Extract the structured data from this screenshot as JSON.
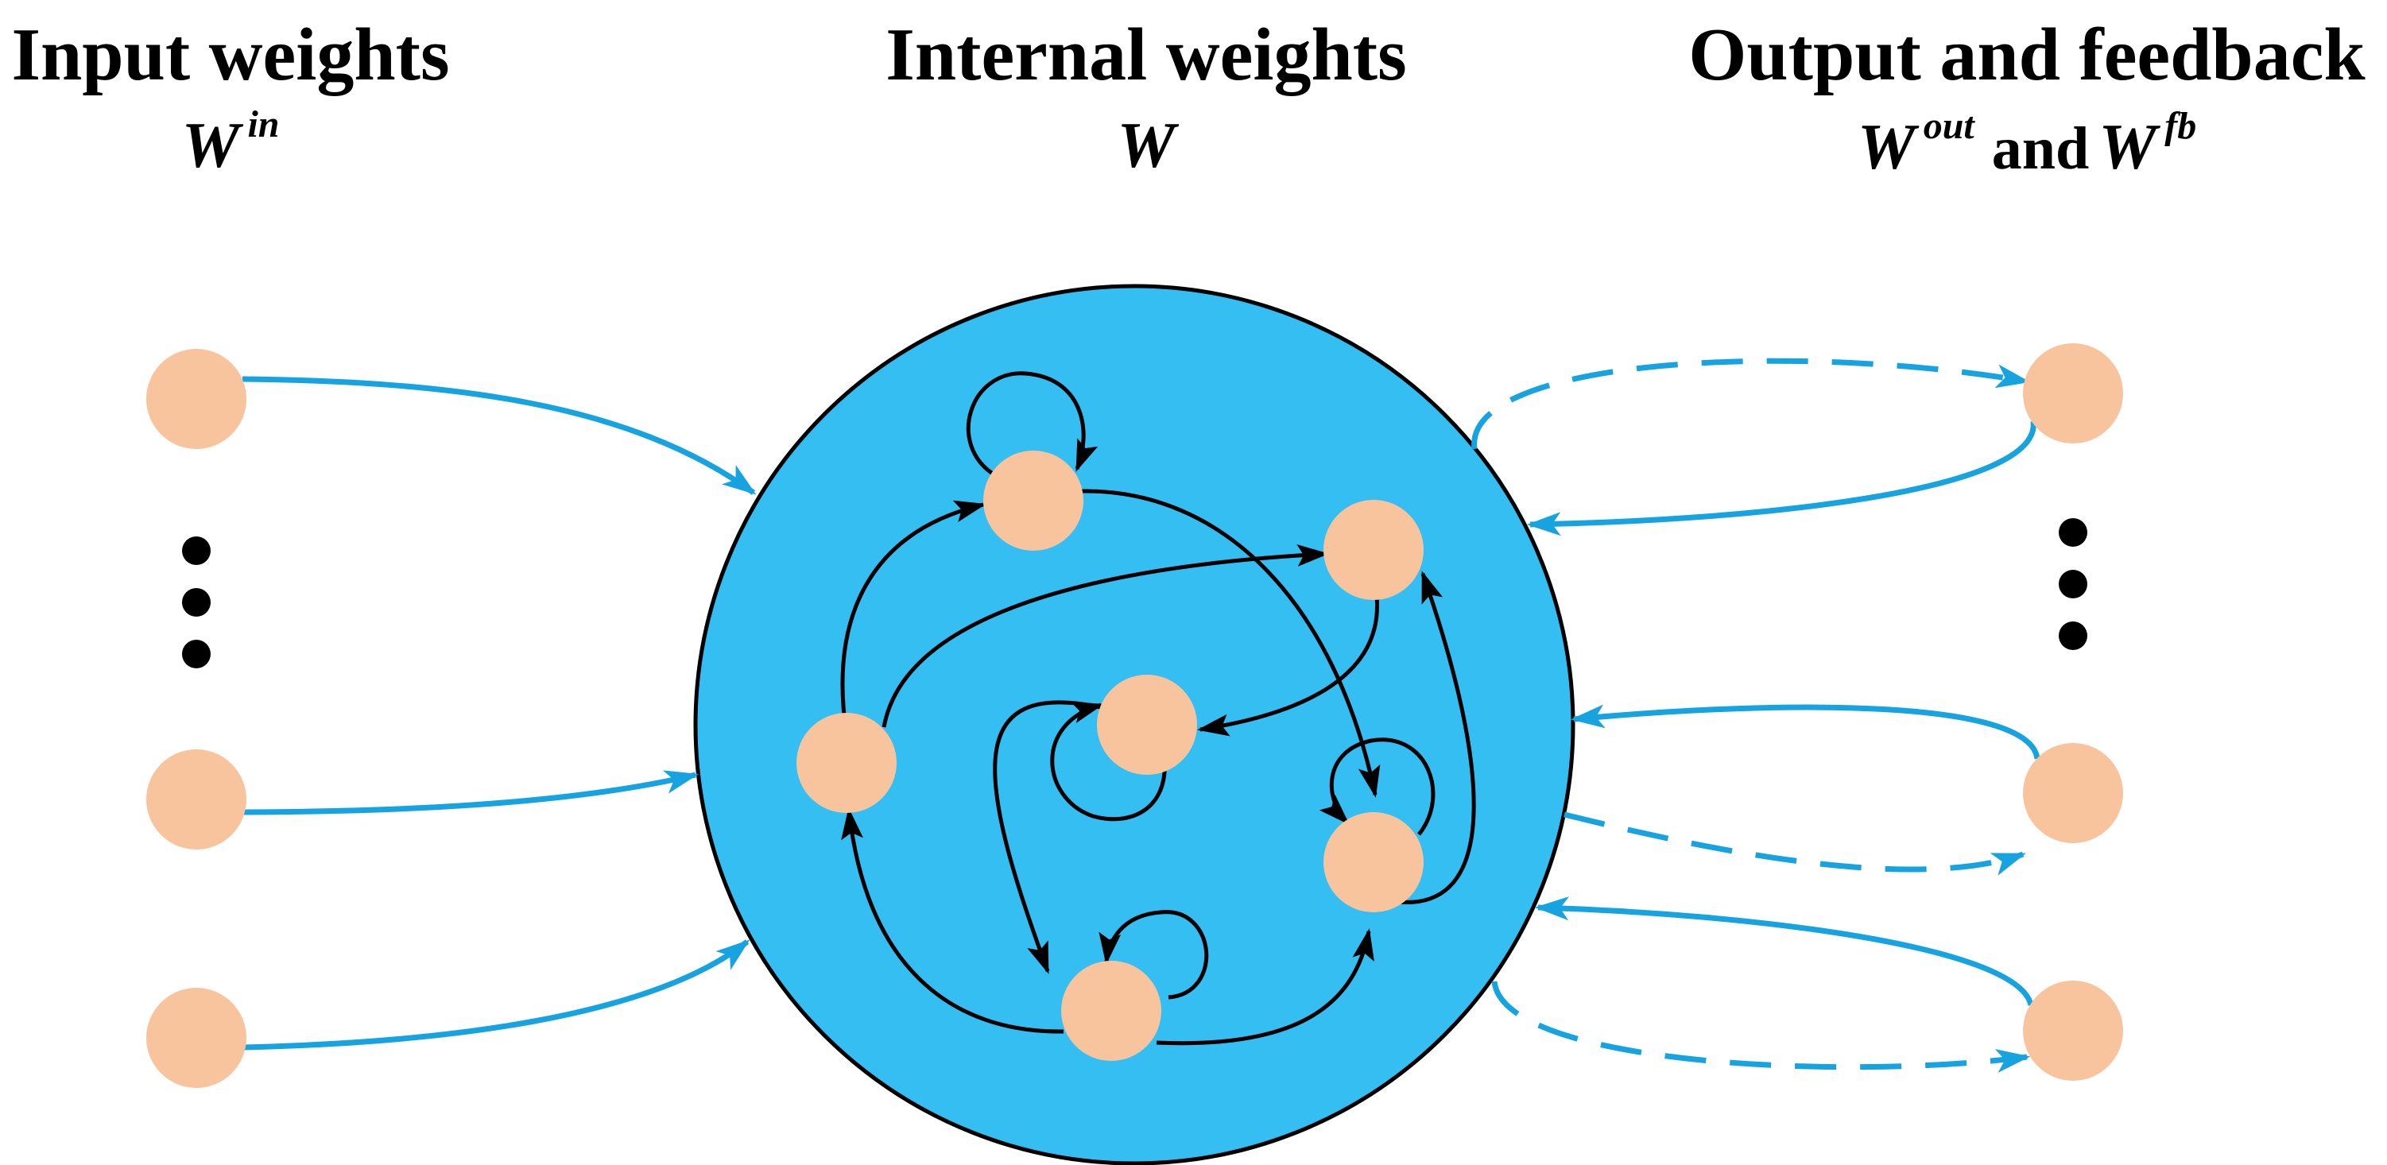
{
  "headings": {
    "input": {
      "title": "Input weights",
      "symbol": "W",
      "superscript": "in"
    },
    "internal": {
      "title": "Internal weights",
      "symbol": "W"
    },
    "output": {
      "title": "Output and feedback",
      "symbol_1": "W",
      "superscript_1": "out",
      "conjunction": "and",
      "symbol_2": "W",
      "superscript_2": "fb"
    }
  },
  "colors": {
    "reservoir_fill": "#35bef2",
    "connection_blue": "#16a3df",
    "node_fill": "#f8c49d",
    "internal_edge": "#000000"
  },
  "icons": {
    "ellipsis_left": "vertical-ellipsis-icon",
    "ellipsis_right": "vertical-ellipsis-icon"
  }
}
